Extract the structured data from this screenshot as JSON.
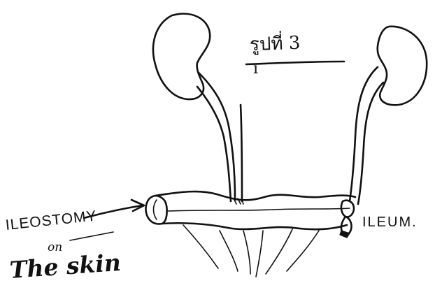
{
  "figure": {
    "title": "รูปที่ 3",
    "title_mark": "ı"
  },
  "labels": {
    "ileum": "ILEUM.",
    "ileostomy": "ILEOSTOMY",
    "on": "on",
    "skin": "The skin"
  },
  "colors": {
    "ink": "#111111",
    "background": "#ffffff"
  }
}
